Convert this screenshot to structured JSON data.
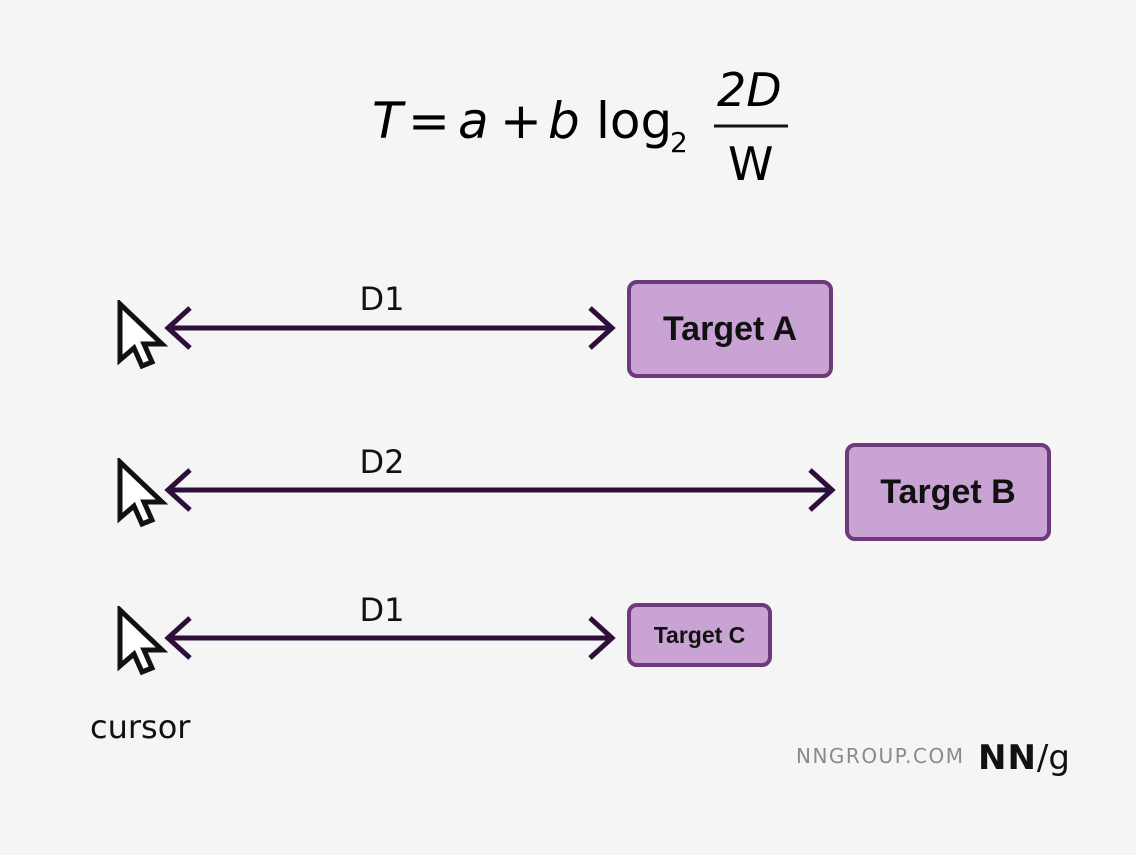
{
  "formula": {
    "lhs": "T",
    "eq": "=",
    "a": "a",
    "plus": "+",
    "b": "b",
    "log": "log",
    "base": "2",
    "numerator": "2D",
    "denominator": "W"
  },
  "rows": [
    {
      "label": "D1",
      "target": "Target A"
    },
    {
      "label": "D2",
      "target": "Target B"
    },
    {
      "label": "D1",
      "target": "Target C"
    }
  ],
  "cursor_caption": "cursor",
  "credit": "NNGROUP.COM",
  "logo": {
    "nn": "NN",
    "slash": "/",
    "g": "g"
  },
  "colors": {
    "arrow": "#2e0f3a",
    "target_fill": "#c9a3d4",
    "target_border": "#6e3a7a",
    "background": "#f5f5f5"
  }
}
